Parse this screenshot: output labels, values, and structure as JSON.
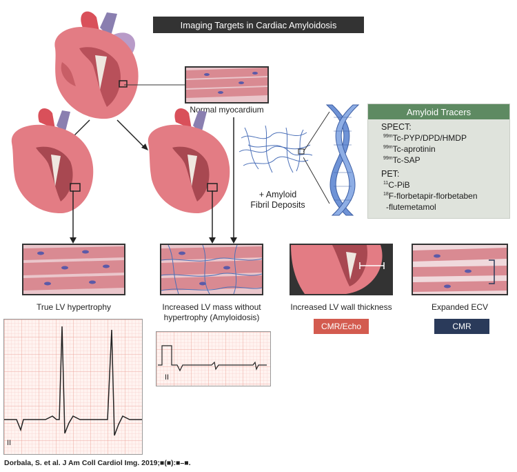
{
  "title": "Imaging Targets in Cardiac Amyloidosis",
  "labels": {
    "normal_myocardium": "Normal myocardium",
    "amyloid_line1": "+ Amyloid",
    "amyloid_line2": "Fibril Deposits",
    "true_lv": "True LV hypertrophy",
    "increased_mass_line1": "Increased LV mass without",
    "increased_mass_line2": "hypertrophy (Amyloidosis)",
    "wall_thickness": "Increased LV wall thickness",
    "expanded_ecv": "Expanded ECV"
  },
  "tags": {
    "cmr_echo": "CMR/Echo",
    "cmr": "CMR"
  },
  "tracers": {
    "header": "Amyloid Tracers",
    "spect_label": "SPECT:",
    "spect_items": [
      {
        "sup": "99m",
        "text": "Tc-PYP/DPD/HMDP"
      },
      {
        "sup": "99m",
        "text": "Tc-aprotinin"
      },
      {
        "sup": "99m",
        "text": "Tc-SAP"
      }
    ],
    "pet_label": "PET:",
    "pet_items": [
      {
        "sup": "11",
        "text": "C-PiB"
      },
      {
        "sup": "18",
        "text": "F-florbetapir-florbetaben"
      },
      {
        "sup": "",
        "text": "-flutemetamol"
      }
    ]
  },
  "ecg_lead": "II",
  "citation": "Dorbala, S. et al. J Am Coll Cardiol Img. 2019;■(■):■–■.",
  "colors": {
    "title_bg": "#333333",
    "tracer_header": "#5e8a62",
    "tracer_bg": "#dfe3dc",
    "cmr_echo": "#d35b4f",
    "cmr": "#2a3a5a",
    "myocardium": "#d98a92",
    "fibril": "#4a6fb8"
  }
}
